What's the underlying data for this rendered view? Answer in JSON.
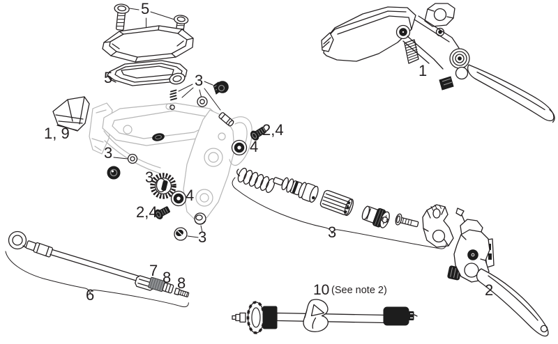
{
  "diagram": {
    "background": "#ffffff",
    "ink_color": "#231f20",
    "ghost_color": "#b6b6b6",
    "callouts": {
      "cover_screws": "5",
      "bladder": "5",
      "top_hardware": "3",
      "clamp_kit": "1, 9",
      "body_grommet": "3",
      "adjust_gear": "3",
      "gear_bearing": "4",
      "gear_bolt": "2,4",
      "lever_bolt": "2,4",
      "lever_bearing": "4",
      "bushings": "3",
      "internals_kit": "3",
      "lever_assembly": "1",
      "lever_blade": "2",
      "hose": "6",
      "hose_fitting": "7",
      "hose_barb": "8",
      "compression_fitting": "8",
      "bleed_fitting": "10",
      "bleed_note": "(See note 2)"
    }
  }
}
